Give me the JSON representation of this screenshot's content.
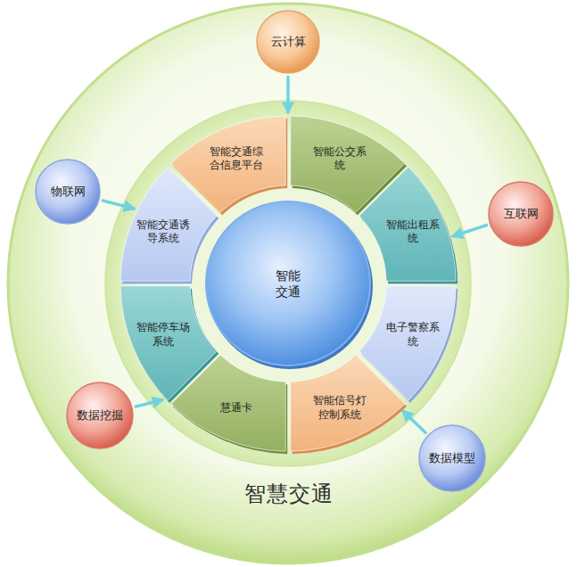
{
  "diagram": {
    "caption": "智慧交通",
    "nodes": [
      {
        "text": [
          "智能交通"
        ]
      },
      {
        "text": [
          "智能交通综合信息平台"
        ]
      },
      {
        "text": [
          "智能公交系统"
        ]
      },
      {
        "text": [
          "智能出租系统"
        ]
      },
      {
        "text": [
          "电子警察系统"
        ]
      },
      {
        "text": [
          "智能信号灯控制系统"
        ]
      },
      {
        "text": [
          "慧通卡"
        ]
      },
      {
        "text": [
          "智能停车场系统"
        ]
      },
      {
        "text": [
          "智能交通诱导系统"
        ]
      },
      {
        "text": [
          "云计算"
        ]
      },
      {
        "text": [
          "互联网"
        ]
      },
      {
        "text": [
          "数据模型"
        ]
      },
      {
        "text": [
          "数据挖掘"
        ]
      },
      {
        "text": [
          "物联网"
        ]
      }
    ],
    "edges": [
      {
        "from": 9,
        "to": 1,
        "arrow": "to"
      },
      {
        "from": 10,
        "to": 3,
        "arrow": "to"
      },
      {
        "from": 11,
        "to": 5,
        "arrow": "to"
      },
      {
        "from": 12,
        "to": 7,
        "arrow": "to"
      },
      {
        "from": 13,
        "to": 8,
        "arrow": "to"
      }
    ]
  }
}
